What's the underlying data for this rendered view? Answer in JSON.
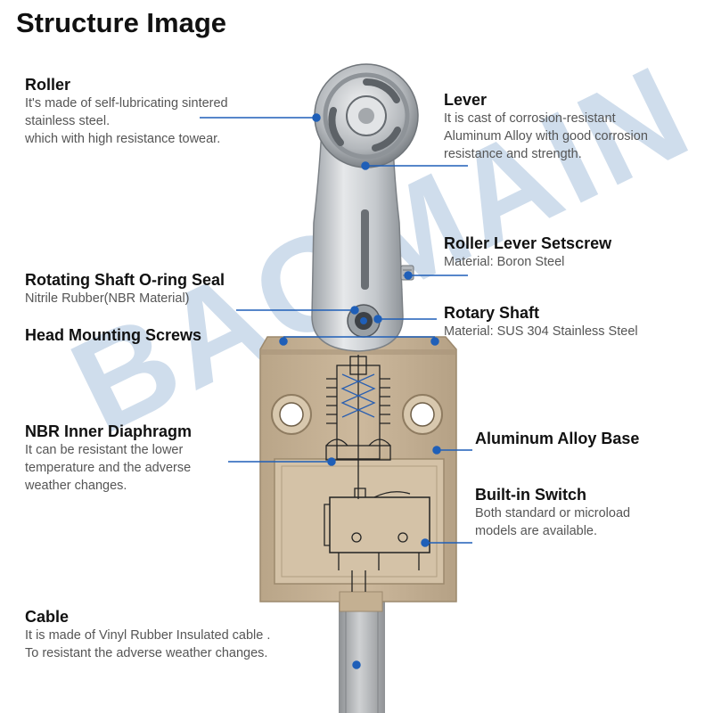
{
  "title": "Structure Image",
  "watermark": "BAOMAIN",
  "colors": {
    "accent": "#1f5fb8",
    "housing": "#c9b59a",
    "lever": "#d2d5d8",
    "cable": "#b9bbbd"
  },
  "callouts": {
    "roller": {
      "heading": "Roller",
      "desc": "It's made of self-lubricating sintered\nstainless steel.\nwhich with high resistance towear."
    },
    "lever": {
      "heading": "Lever",
      "desc": "It is cast of corrosion-resistant\nAluminum Alloy with good corrosion\nresistance and strength."
    },
    "setscrew": {
      "heading": "Roller Lever Setscrew",
      "desc": "Material: Boron Steel"
    },
    "oring": {
      "heading": "Rotating Shaft O-ring Seal",
      "desc": "Nitrile Rubber(NBR Material)"
    },
    "shaft": {
      "heading": "Rotary Shaft",
      "desc": "Material: SUS 304 Stainless Steel"
    },
    "screws": {
      "heading": "Head Mounting Screws",
      "desc": ""
    },
    "diaphragm": {
      "heading": "NBR Inner Diaphragm",
      "desc": "It can be resistant the lower\ntemperature and the adverse\nweather changes."
    },
    "base": {
      "heading": "Aluminum Alloy Base",
      "desc": ""
    },
    "switch": {
      "heading": "Built-in Switch",
      "desc": "Both standard or microload\nmodels are available."
    },
    "cable": {
      "heading": "Cable",
      "desc": "It is made of Vinyl Rubber Insulated cable .\nTo resistant the adverse weather changes."
    }
  }
}
